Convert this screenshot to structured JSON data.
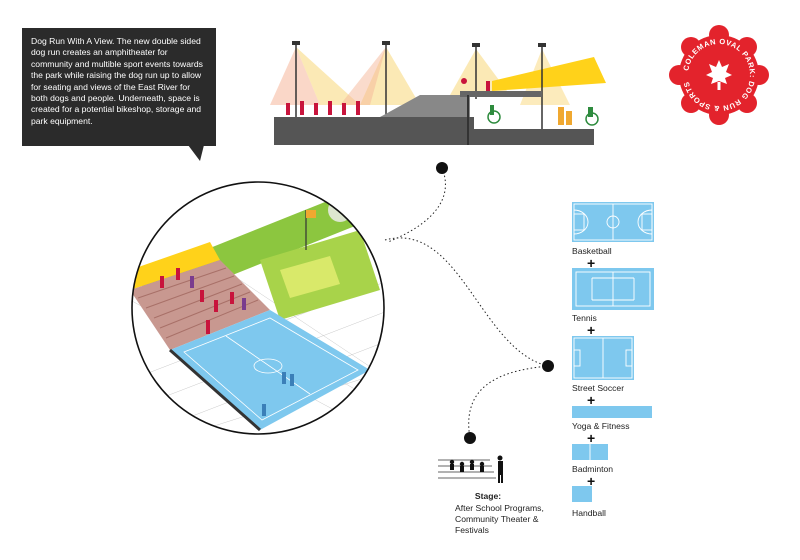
{
  "callout": {
    "text": "Dog Run With A View. The new double sided dog run creates an amphitheater for community and multible sport events towards the park while raising the dog run up  to allow for seating and views of the East River for both dogs and people. Underneath, space is created for a potential bikeshop, storage and park equipment."
  },
  "logo": {
    "text": "COLEMAN OVAL PARK: DOG RUN & SPORTS",
    "color": "#e3232c"
  },
  "sports": [
    {
      "label": "Basketball"
    },
    {
      "label": "Tennis"
    },
    {
      "label": "Street Soccer"
    },
    {
      "label": "Yoga & Fitness"
    },
    {
      "label": "Badminton"
    },
    {
      "label": "Handball"
    }
  ],
  "plus_sign": "+",
  "stage": {
    "title": "Stage:",
    "lines": [
      "After School Programs,",
      "Community Theater &",
      "Festivals"
    ]
  },
  "colors": {
    "court_blue": "#7ec8ee",
    "court_line": "#ffffff",
    "light_yellow": "#ffd21a",
    "figure_red": "#c8143c",
    "grass_green": "#8cc63f",
    "purple": "#7a3c8e",
    "dark": "#2b2b2b"
  }
}
